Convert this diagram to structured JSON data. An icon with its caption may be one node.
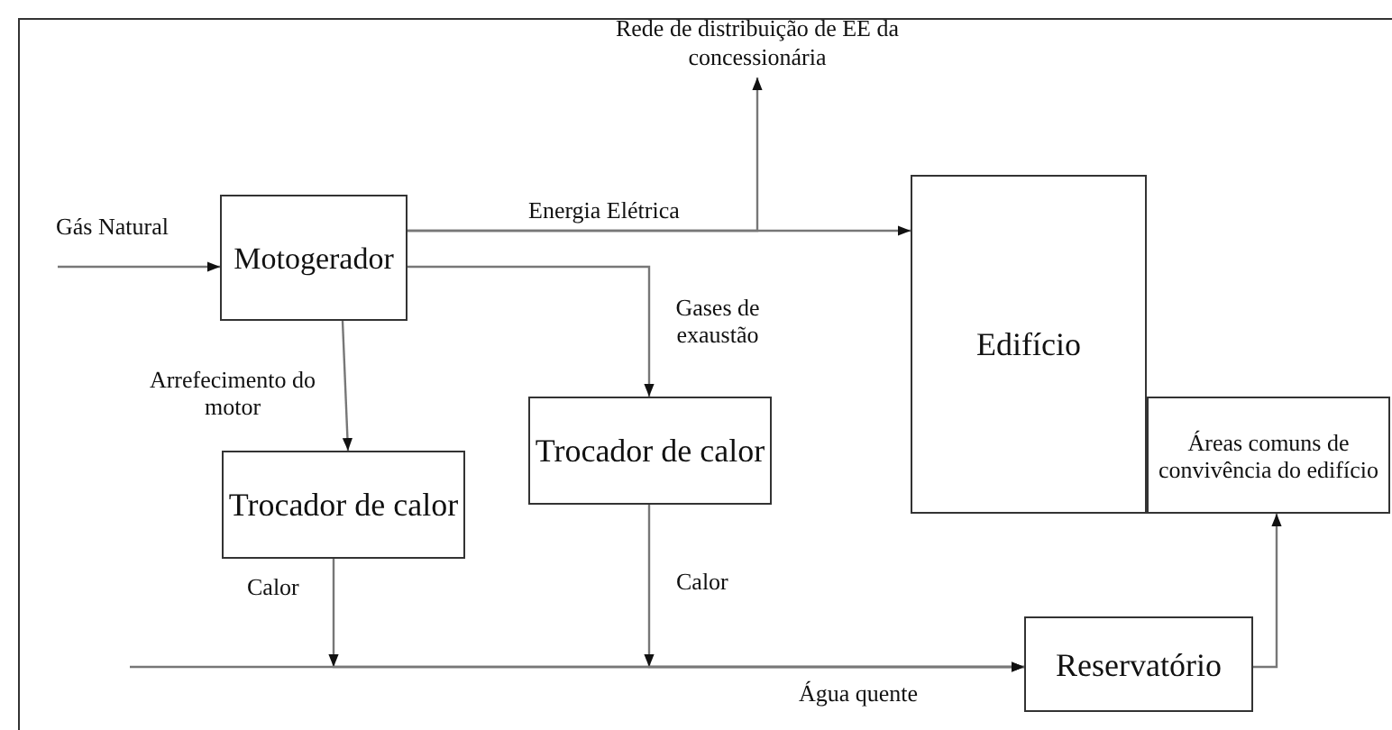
{
  "diagram": {
    "nodes": [
      {
        "text": [
          "Motogerador"
        ]
      },
      {
        "text": [
          "Trocador de calor"
        ]
      },
      {
        "text": [
          "Trocador de calor"
        ]
      },
      {
        "text": [
          "Edifício"
        ]
      },
      {
        "text": [
          "Áreas comuns de convivência do edifício"
        ]
      },
      {
        "text": [
          "Reservatório"
        ]
      },
      {
        "text": [
          "Rede de distribuição de EE da concessionária"
        ]
      }
    ],
    "edges": [
      {
        "from": null,
        "to": 0,
        "arrow": "to",
        "label": "Gás Natural"
      },
      {
        "from": 0,
        "to": 3,
        "arrow": "to",
        "label": "Energia Elétrica"
      },
      {
        "from": 0,
        "to": 6,
        "arrow": "to"
      },
      {
        "from": 0,
        "to": 2,
        "arrow": "to",
        "label": "Gases de exaustão"
      },
      {
        "from": 0,
        "to": 1,
        "arrow": "to",
        "label": "Arrefecimento do motor"
      },
      {
        "from": 1,
        "to": 5,
        "arrow": "to",
        "label": "Calor"
      },
      {
        "from": 2,
        "to": 5,
        "arrow": "to",
        "label": "Calor"
      },
      {
        "from": null,
        "to": 5,
        "arrow": "to",
        "label": "Água quente"
      },
      {
        "from": 5,
        "to": 4,
        "arrow": "to"
      }
    ]
  }
}
